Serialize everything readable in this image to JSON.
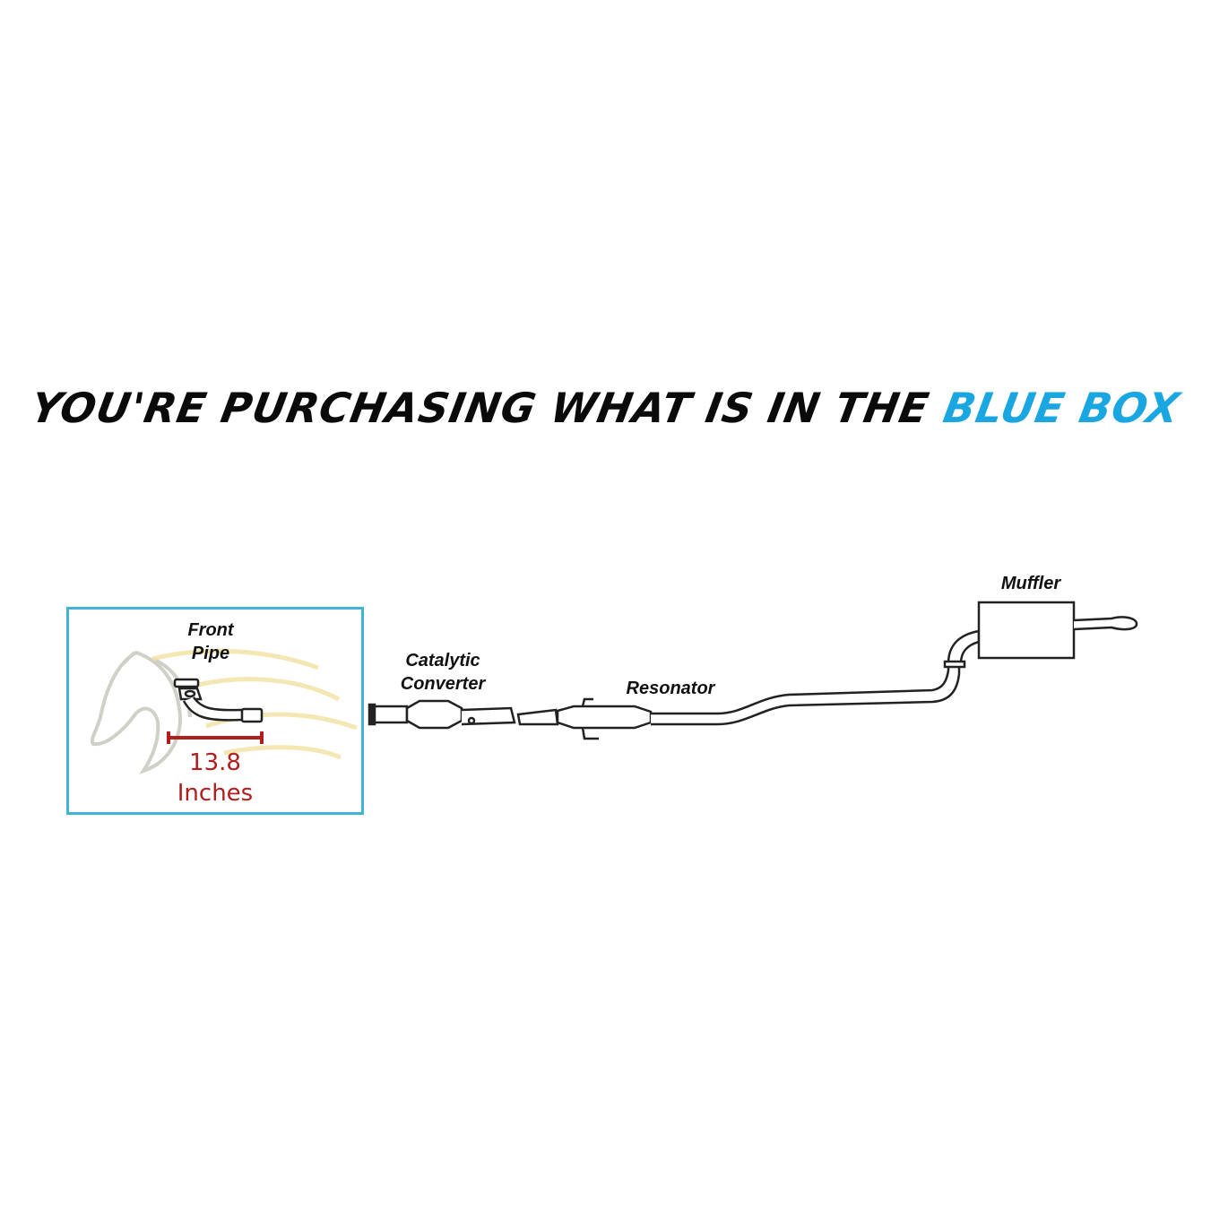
{
  "headline": {
    "text": "YOU'RE PURCHASING WHAT IS IN THE ",
    "highlight": "BLUE BOX"
  },
  "labels": {
    "front_pipe_line1": "Front",
    "front_pipe_line2": "Pipe",
    "catalytic_line1": "Catalytic",
    "catalytic_line2": "Converter",
    "resonator": "Resonator",
    "muffler": "Muffler"
  },
  "measurement": {
    "value": "13.8",
    "unit": "Inches"
  },
  "colors": {
    "highlight": "#1aa6e0",
    "box_border": "#3fb4d6",
    "measure": "#b01e1e"
  }
}
